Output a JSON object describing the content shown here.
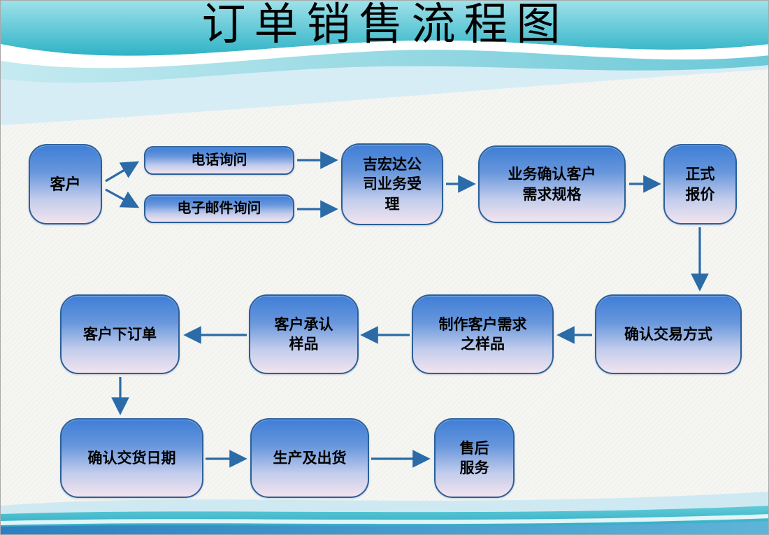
{
  "slide": {
    "title": "订单销售流程图"
  },
  "flow": {
    "nodes": [
      {
        "id": "customer",
        "label": "客户"
      },
      {
        "id": "phone-inquiry",
        "label": "电话询问"
      },
      {
        "id": "email-inquiry",
        "label": "电子邮件询问"
      },
      {
        "id": "company-acceptance",
        "label": "吉宏达公\n司业务受\n理"
      },
      {
        "id": "confirm-customer-specs",
        "label": "业务确认客户\n需求规格"
      },
      {
        "id": "formal-quotation",
        "label": "正式\n报价"
      },
      {
        "id": "confirm-trade-method",
        "label": "确认交易方式"
      },
      {
        "id": "make-customer-sample",
        "label": "制作客户需求\n之样品"
      },
      {
        "id": "customer-approve-sample",
        "label": "客户承认\n样品"
      },
      {
        "id": "customer-place-order",
        "label": "客户下订单"
      },
      {
        "id": "confirm-delivery-date",
        "label": "确认交货日期"
      },
      {
        "id": "production-and-shipping",
        "label": "生产及出货"
      },
      {
        "id": "after-sales-service",
        "label": "售后\n服务"
      }
    ]
  },
  "colors": {
    "node_border": "#2a6099",
    "node_gradient_top": "#3f7ed6",
    "node_gradient_bottom": "#f2e4ee",
    "arrow": "#2a6ba8",
    "wave_teal": "#35b6c8",
    "wave_blue": "#2e7fc0",
    "background": "#f5f5f2"
  }
}
